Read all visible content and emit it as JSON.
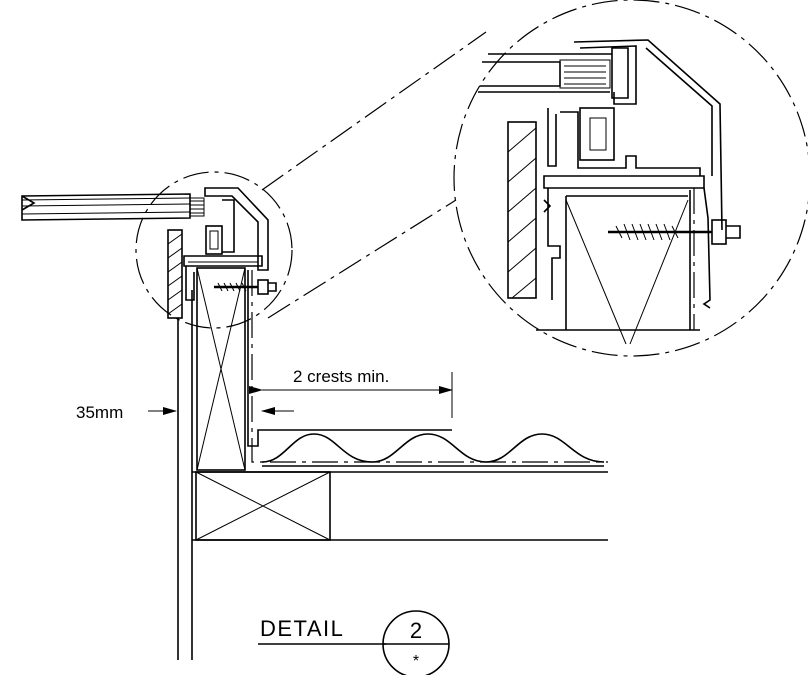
{
  "dimensions": {
    "gap_label": "2 crests min.",
    "width_label": "35mm"
  },
  "detail": {
    "word": "DETAIL",
    "number": "2",
    "sheet": "*"
  }
}
